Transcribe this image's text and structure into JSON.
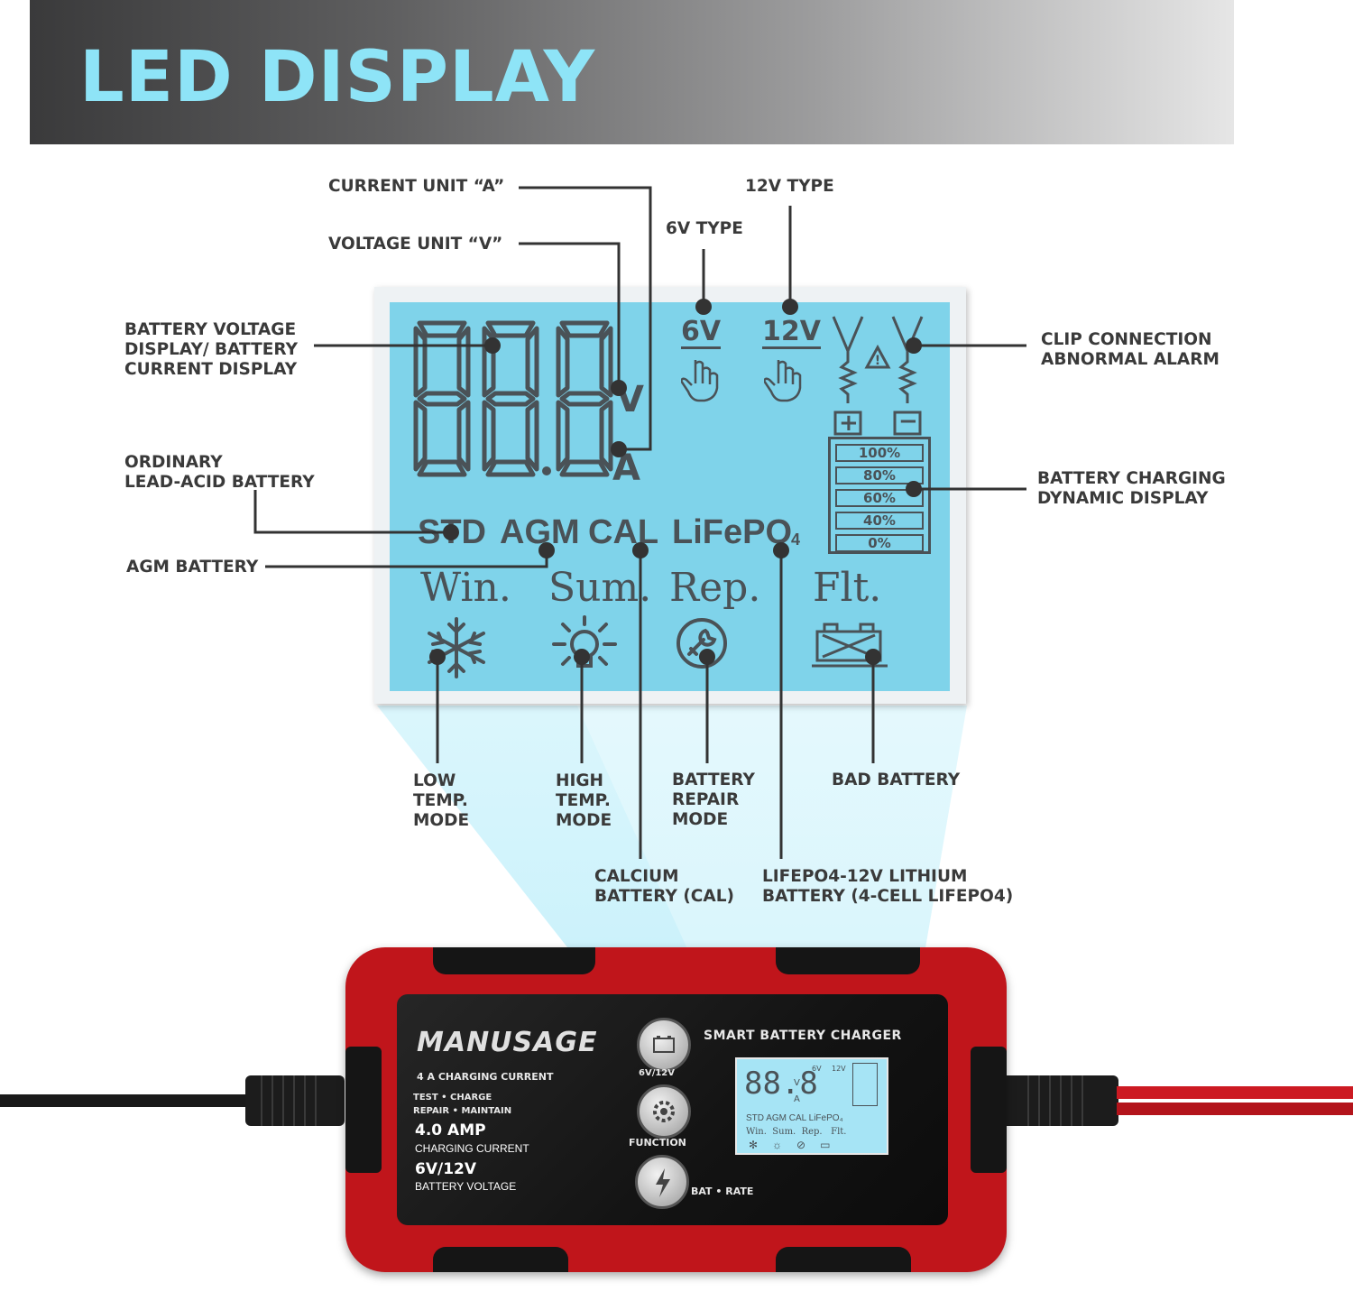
{
  "header": {
    "title": "LED DISPLAY"
  },
  "callouts": {
    "current_unit": "CURRENT UNIT “A”",
    "voltage_unit": "VOLTAGE UNIT “V”",
    "type_6v": "6V TYPE",
    "type_12v": "12V TYPE",
    "voltage_display": [
      "BATTERY VOLTAGE",
      "DISPLAY/ BATTERY",
      "CURRENT DISPLAY"
    ],
    "clip_alarm": [
      "CLIP CONNECTION",
      "ABNORMAL ALARM"
    ],
    "ordinary_lead_acid": [
      "ORDINARY",
      "LEAD-ACID BATTERY"
    ],
    "charging_display": [
      "BATTERY CHARGING",
      "DYNAMIC DISPLAY"
    ],
    "agm": "AGM BATTERY",
    "low_temp": [
      "LOW",
      "TEMP.",
      "MODE"
    ],
    "high_temp": [
      "HIGH",
      "TEMP.",
      "MODE"
    ],
    "repair": [
      "BATTERY",
      "REPAIR",
      "MODE"
    ],
    "bad_battery": "BAD BATTERY",
    "calcium": [
      "CALCIUM",
      "BATTERY (CAL)"
    ],
    "lifepo4": [
      "LIFEPO4-12V LITHIUM",
      "BATTERY  (4-CELL LIFEPO4)"
    ]
  },
  "lcd": {
    "digits": "88.8",
    "unit_v": "V",
    "unit_a": "A",
    "label_6v": "6V",
    "label_12v": "12V",
    "plus": "+",
    "minus": "−",
    "battery_levels": [
      "100%",
      "80%",
      "60%",
      "40%",
      "0%"
    ],
    "types": {
      "std": "STD",
      "agm": "AGM",
      "cal": "CAL",
      "lifepo": "LiFePO",
      "lifepo_sub": "4"
    },
    "modes": {
      "win": "Win.",
      "sum": "Sum.",
      "rep": "Rep.",
      "flt": "Flt."
    }
  },
  "device": {
    "brand": "MANUSAGE",
    "subtitle": "4 A CHARGING CURRENT",
    "features_1": "TEST • CHARGE",
    "features_2": "REPAIR • MAINTAIN",
    "amp": "4.0 AMP",
    "amp_label": "CHARGING CURRENT",
    "volt": "6V/12V",
    "volt_label": "BATTERY VOLTAGE",
    "btn_6v12v": "6V/12V",
    "btn_function": "FUNCTION",
    "btn_batrate": "BAT • RATE",
    "panel_title": "SMART BATTERY CHARGER",
    "mini": {
      "digits": "88.8",
      "v": "V",
      "a": "A",
      "six": "6V",
      "twelve": "12V",
      "types": "STD AGM CAL LiFePO₄",
      "modes": "Win.  Sum.  Rep.   Flt."
    }
  },
  "colors": {
    "lcd": "#7fd3ea",
    "segment": "#4a5257",
    "title": "#8ee4f7",
    "device_red": "#c0151b",
    "device_black": "#151515"
  }
}
